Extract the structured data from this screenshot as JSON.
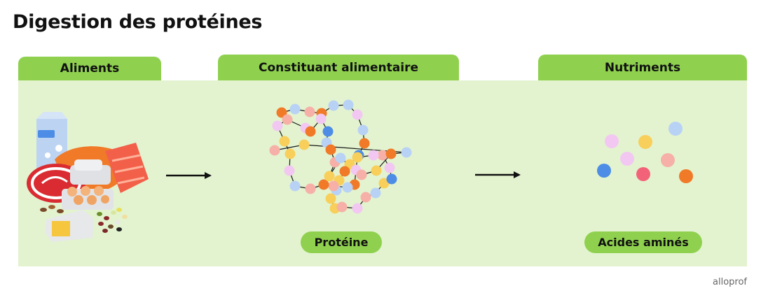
{
  "title": "Digestion des protéines",
  "tabs": {
    "aliments": "Aliments",
    "constituant": "Constituant alimentaire",
    "nutriments": "Nutriments"
  },
  "labels": {
    "proteine": "Protéine",
    "acides": "Acides aminés"
  },
  "brand": "alloprof",
  "colors": {
    "panel": "#e3f3cf",
    "tab": "#8fd14f",
    "orange": "#f07a28",
    "light_blue": "#b8d2f6",
    "salmon": "#f6b0a8",
    "lilac": "#f2c8f2",
    "yellow": "#f8cf5a",
    "blue": "#4d8de6",
    "pink": "#f2637a"
  },
  "icons": [
    "milk-carton-icon",
    "salmon-icon",
    "steak-icon",
    "eggs-icon",
    "cheese-icon",
    "beans-icon"
  ]
}
